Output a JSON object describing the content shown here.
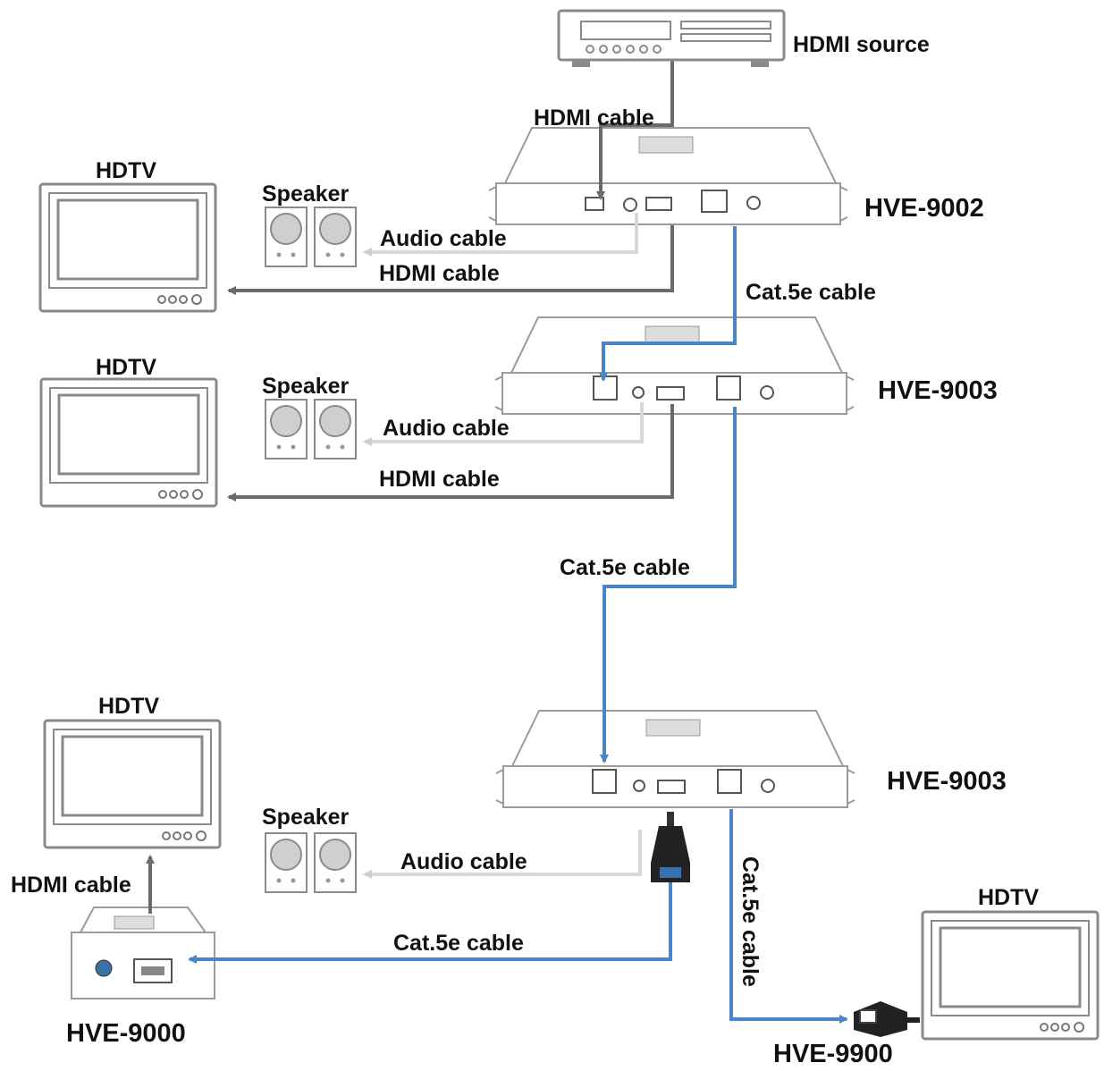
{
  "labels": {
    "hdmi_source": "HDMI source",
    "hdmi_cable": "HDMI cable",
    "audio_cable": "Audio cable",
    "cat5e_cable": "Cat.5e cable",
    "speaker": "Speaker",
    "hdtv": "HDTV"
  },
  "devices": {
    "hve_9002": "HVE-9002",
    "hve_9003_a": "HVE-9003",
    "hve_9003_b": "HVE-9003",
    "hve_9000": "HVE-9000",
    "hve_9900": "HVE-9900"
  },
  "colors": {
    "hdmi_cable": "#6b6b6b",
    "audio_cable": "#d8d8d8",
    "cat5e_cable": "#4a86c6"
  }
}
